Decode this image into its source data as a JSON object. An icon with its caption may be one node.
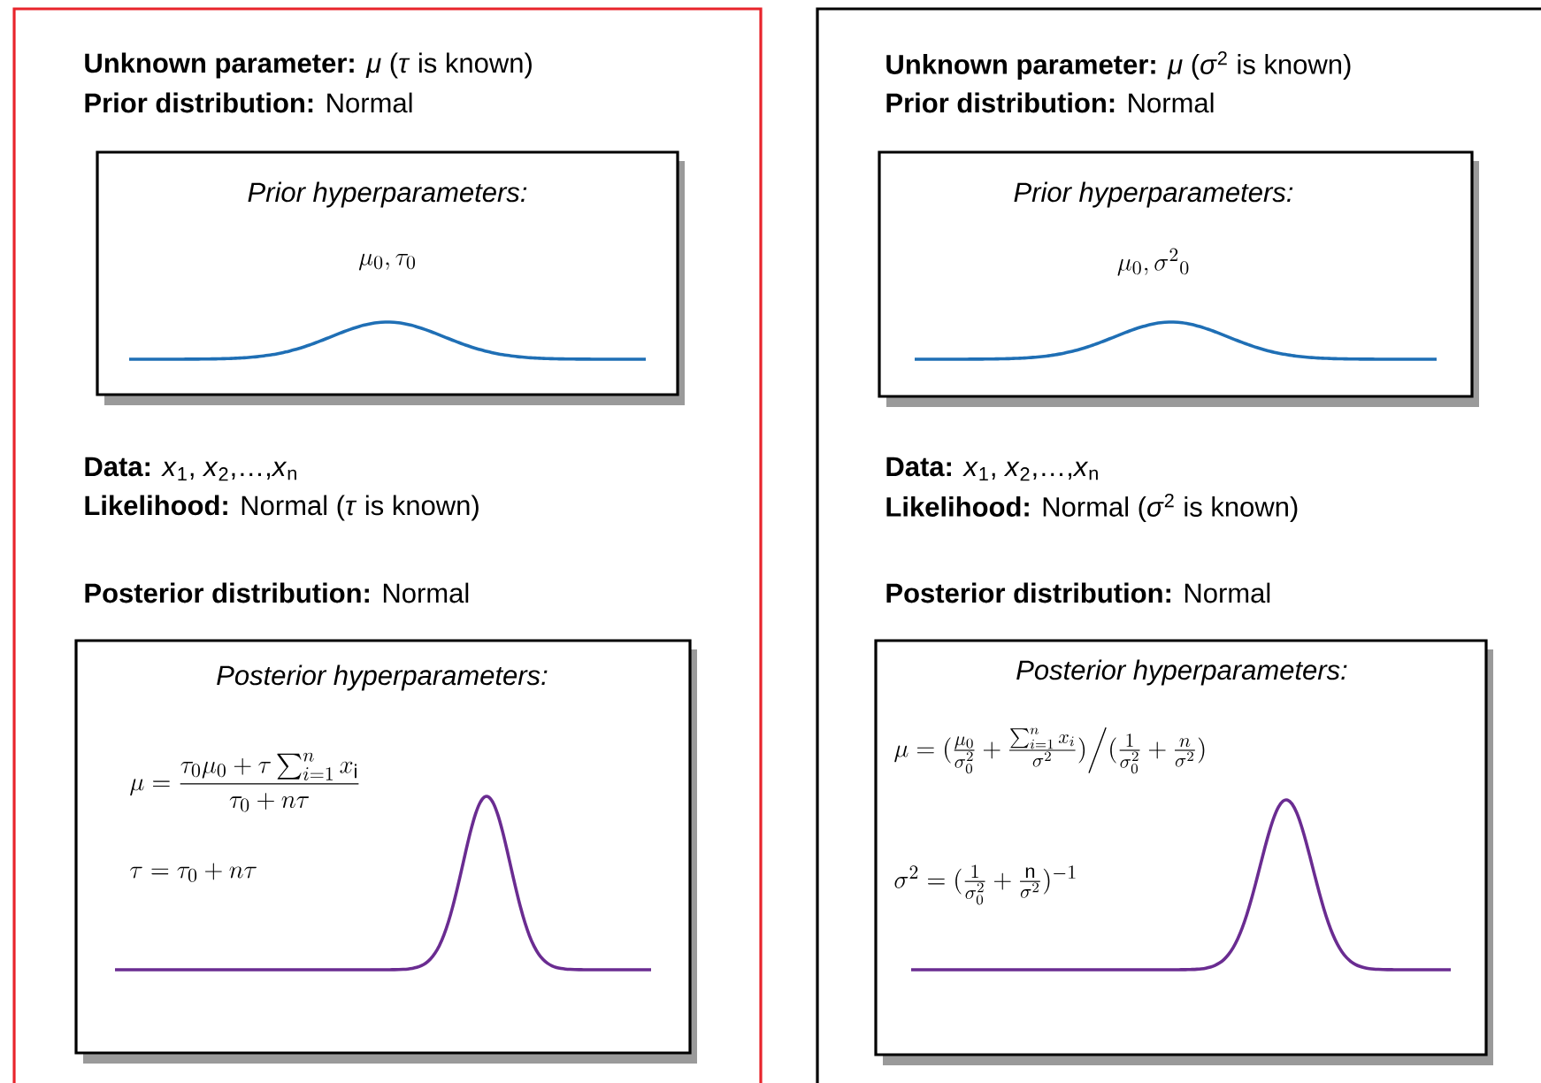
{
  "diagram": {
    "nodes": [
      {
        "text": [
          "**Unknown parameter:** *μ* (*τ* is known)",
          "**Prior distribution:**      Normal",
          "**Data:** *x*$_{1}$, *x*$_{2}$,…,*x*$_{n}$",
          "**Likelihood:** Normal (*τ* is known)",
          "**Posterior distribution:** Normal"
        ]
      },
      {
        "text": [
          "Prior hyperparameters:",
          "\\mu_0, \\tau_0"
        ],
        "in": 0
      },
      {
        "text": [
          "Posterior hyperparameters:",
          "\\mu = \\dfrac{\\tau_0\\mu_0 + \\tau\\sum_{i=1}^{n} x_\\mathrm{i}}{\\tau_0 + n\\tau}",
          "\\tau = \\tau_0 + n\\tau"
        ],
        "in": 0
      },
      {
        "text": [
          "**Unknown parameter:** *μ* (*σ*$^{2}$ is known)",
          "**Prior distribution:**      Normal",
          "**Data:** *x*$_{1}$, *x*$_{2}$,…,*x*$_{n}$",
          "**Likelihood:** Normal (*σ*$^{2}$ is known)",
          "**Posterior distribution:** Normal"
        ]
      },
      {
        "text": [
          "Prior hyperparameters:",
          "\\mu_0, {\\sigma^2}_0"
        ],
        "in": 3
      },
      {
        "text": [
          "Posterior hyperparameters:",
          "\\mu = (\\frac{\\mu_0}{\\sigma_0^2} + \\frac{\\sum_{i=1}^{n} x_i}{\\sigma^2})\\Big/(\\frac{1}{\\sigma_0^2} + \\frac{n}{\\sigma^2})",
          "\\sigma^2 = (\\frac{1}{\\sigma_0^2} + \\frac{\\mathrm{n}}{\\sigma^2})^{-1}"
        ],
        "in": 3
      }
    ]
  }
}
